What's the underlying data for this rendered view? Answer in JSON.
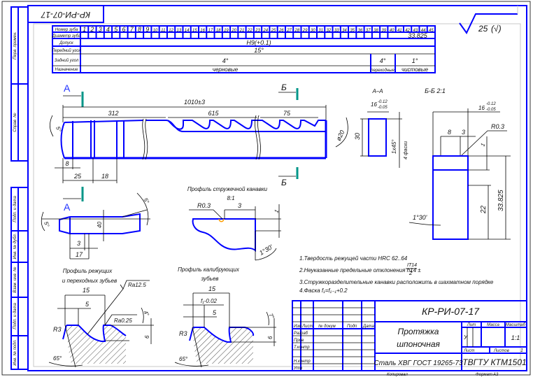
{
  "stamp_top": "КР-РИ-07-17",
  "roughness": {
    "value": "25",
    "symbol": "(√)"
  },
  "sidebar": {
    "top": [
      "Перв. примен.",
      "Справ. №"
    ],
    "bottom": [
      "Подп. и дата",
      "Инв. № дубл.",
      "Взам. инв. №",
      "Подп. и дата",
      "Инв. № подл."
    ]
  },
  "teeth_table": {
    "row_labels": [
      "Номер зуба",
      "Диаметр зуба",
      "Допуск",
      "Передний угол",
      "Задний угол",
      "Назначение"
    ],
    "tooth_numbers": [
      "1",
      "2",
      "3",
      "4",
      "5",
      "6",
      "7",
      "8",
      "9",
      "10",
      "11",
      "12",
      "13",
      "14",
      "15",
      "16",
      "17",
      "18",
      "19",
      "20",
      "21",
      "22",
      "23",
      "24",
      "25",
      "26",
      "27",
      "28",
      "29",
      "30",
      "31",
      "32",
      "33",
      "34",
      "35",
      "36",
      "37",
      "38",
      "39",
      "40",
      "41",
      "42",
      "43",
      "44",
      "45"
    ],
    "last_size": "33.825",
    "tolerance": "H9(+0.1)",
    "rake_angle": "15°",
    "clearance_roughing": "4°",
    "clearance_transition": "4°",
    "clearance_finishing": "1°",
    "purpose_roughing": "черновые",
    "purpose_transition": "переходные",
    "purpose_finishing": "чистовые"
  },
  "main_view": {
    "section_a": "А",
    "section_b": "Б",
    "dim_total": "1010±3",
    "dim_312": "312",
    "dim_615": "615",
    "dim_75": "75",
    "dim_8": "8",
    "dim_25": "25",
    "dim_18": "18",
    "dim_angle_left": "5°",
    "dim_diam_right": "ø20"
  },
  "section_aa": {
    "title": "А–А",
    "width": "16",
    "tol_upper": "-0.12",
    "tol_lower": "-0.05",
    "height": "30",
    "chamfer": "1x45°",
    "chamfer_count": "4 фаски"
  },
  "section_bb": {
    "title": "Б-Б 2:1",
    "width": "16",
    "tol_upper": "-0.12",
    "tol_lower": "-0.05",
    "dim_8": "8",
    "dim_3": "3",
    "radius": "R0.3",
    "dim_1": "1",
    "dim_22": "22",
    "dim_total": "33.825",
    "angle": "1°30'"
  },
  "view_a": {
    "label": "А",
    "angle_left": "5°",
    "angle_right": "5°",
    "diameter": "40",
    "dim_3": "3",
    "dim_17": "17"
  },
  "groove_profile": {
    "title": "Профиль стружечной канавки",
    "scale": "8:1",
    "radius": "R0.3",
    "dim_3": "3",
    "dim_1": "1",
    "angle": "1°30'"
  },
  "cutting_profile": {
    "title_line1": "Профиль режущих",
    "title_line2": "и переходных зубьев",
    "pitch": "15",
    "land": "5",
    "roughness1": "Ra12.5",
    "roughness2": "Ra0.25",
    "radius": "R3",
    "clearance": "4°",
    "depth": "6",
    "rake": "65°"
  },
  "calibrating_profile": {
    "title_line1": "Профиль калибрующих",
    "title_line2": "зубьев",
    "pitch": "15",
    "land": "f₁-0.02",
    "land2": "5",
    "radius": "R3",
    "clearance": "7°",
    "depth": "6",
    "rake": "65°"
  },
  "notes": [
    "1.Твердость режущей части HRC 62..64",
    "2.Неуказанные предельные отклонения h14  ±",
    "3.Стружкоразделительные канавки расположить в шахматном порядке",
    "4.Фаска f₁=f₁₋₁+0.2"
  ],
  "note2_fraction": {
    "num": "IT14",
    "den": "2"
  },
  "title_block": {
    "doc_code": "КР-РИ-07-17",
    "name_line1": "Протяжка",
    "name_line2": "шпоночная",
    "material": "Сталь ХВГ ГОСТ 19265-73",
    "org": "ТВГТУ КТМ1501",
    "lit_label": "Лит",
    "mass_label": "Масса",
    "scale_label": "Масштаб",
    "lit_value": "У",
    "scale_value": "1:1",
    "sheet_label": "Лист",
    "sheets_label": "Листов",
    "sheets_value": "1",
    "head": [
      "Изм",
      "Лист",
      "№ докум",
      "Подп",
      "Дата"
    ],
    "roles": [
      "Разраб",
      "Пров",
      "Т.контр",
      "Н.контр",
      "Утв"
    ],
    "copied": "Копировал",
    "format_label": "Формат",
    "format_value": "А3"
  }
}
